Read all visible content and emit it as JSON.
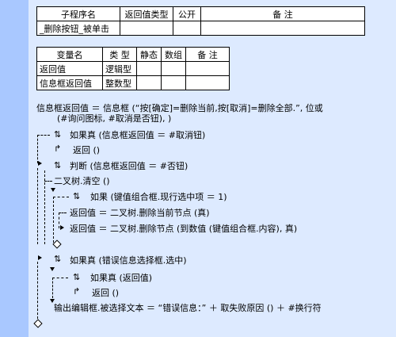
{
  "sub_table": {
    "headers": [
      "子程序名",
      "返回值类型",
      "公开",
      "备 注"
    ],
    "row": [
      "_删除按钮_被单击",
      "",
      "",
      ""
    ]
  },
  "var_table": {
    "headers": [
      "变量名",
      "类 型",
      "静态",
      "数组",
      "备 注"
    ],
    "rows": [
      [
        "返回值",
        "逻辑型",
        "",
        "",
        ""
      ],
      [
        "信息框返回值",
        "整数型",
        "",
        "",
        ""
      ]
    ]
  },
  "code": {
    "l1": "信息框返回值 ＝ 信息框 (“按[确定]=删除当前,按[取消]=删除全部.”, 位或",
    "l1b": "(#询问图标, #取消是否钮), )",
    "l2": "如果真 (信息框返回值 ＝ #取消钮)",
    "l3": "返回 ()",
    "l4": "判断 (信息框返回值 ＝ #否钮)",
    "l5": "二叉树.清空 ()",
    "l6": "如果 (键值组合框.现行选中项 ＝ 1)",
    "l7": "返回值 ＝ 二叉树.删除当前节点 (真)",
    "l8": "返回值 ＝ 二叉树.删除节点 (到数值 (键值组合框.内容), 真)",
    "l9": "如果真 (错误信息选择框.选中)",
    "l10": "如果真 (返回值)",
    "l11": "返回 ()",
    "l12": "输出编辑框.被选择文本 ＝ “错误信息：” ＋ 取失败原因 () ＋ #换行符"
  },
  "icons": {
    "branch": "branch-icon",
    "return": "return-icon"
  }
}
